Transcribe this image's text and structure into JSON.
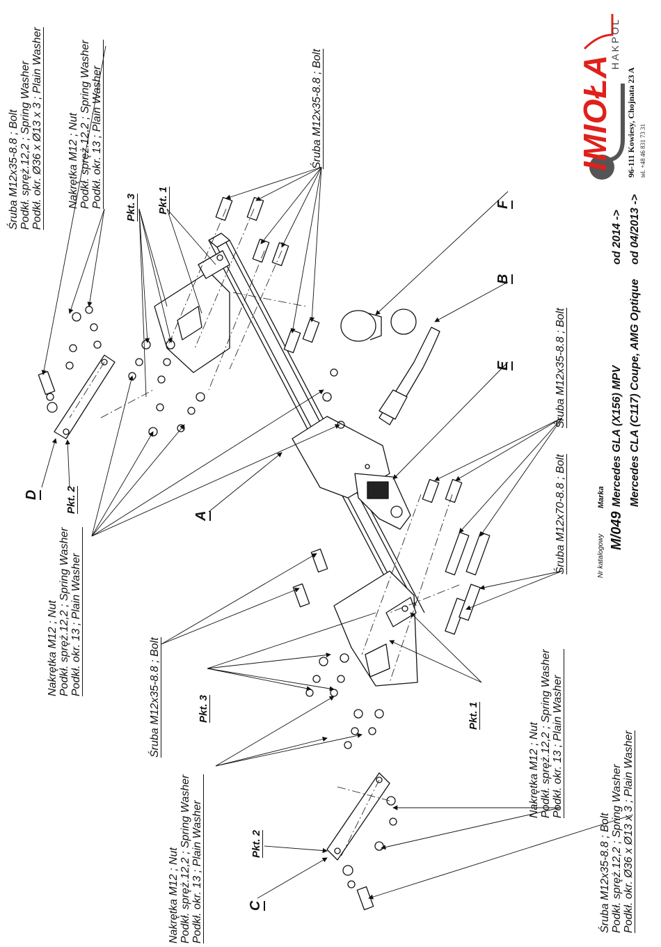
{
  "labels": {
    "bolt_35": "Śruba M12x35-8.8 ;  Bolt",
    "bolt_35_b": "Śruba M12x35-8.8 ; Bolt",
    "bolt_70": "Śruba M12x70-8.8 ;  Bolt",
    "nut": "Nakrętka M12 ; Nut",
    "nut_b": "Nakrętka  M12 ; Nut",
    "spring": "Podkł. spręż.12,2 ; Spring Washer",
    "plain13": "Podkł. okr. 13 ; Plain Washer",
    "plain36": "Podkł. okr.  Ø36 x Ø13 x 3 ; Plain Washer",
    "plain36_b": "Podkł. okr. Ø36 x Ø13 x 3 ; Plain Washer"
  },
  "tags": {
    "A": "A",
    "B": "B",
    "C": "C",
    "D": "D",
    "E": "E",
    "F": "F",
    "pkt1": "Pkt. 1",
    "pkt2": "Pkt. 2",
    "pkt3": "Pkt. 3"
  },
  "catalog": {
    "number_label": "Nr katalogowy",
    "number": "M/049",
    "brand_label": "Marka",
    "model1": "Mercedes GLA  (X156) MPV",
    "model2": "Mercedes CLA  (C117) Coupe, AMG Optique",
    "date1": "od 2014  ->",
    "date2": "od 04/2013 ->"
  },
  "company": {
    "logo": "IMIOŁA",
    "sub": "HAKPOL",
    "address": "96-111 Kowiesy, Chojnata 23 A",
    "tel": "tel. +48 46 831 73 31",
    "accent": "#e0201b"
  }
}
